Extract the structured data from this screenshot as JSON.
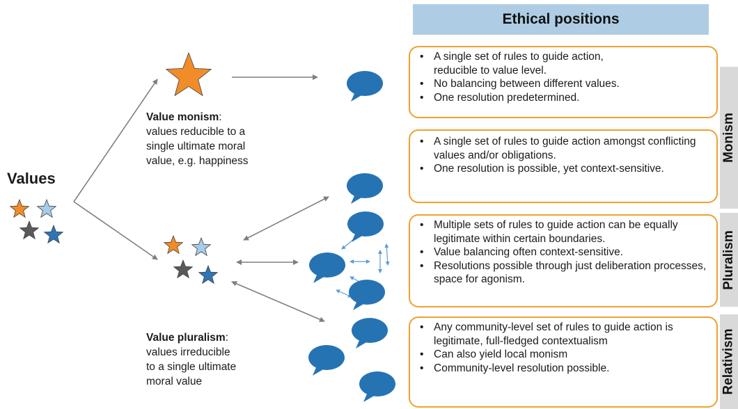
{
  "header": {
    "title": "Ethical positions"
  },
  "values_label": "Values",
  "monism_desc": {
    "term": "Value monism",
    "colon": ":",
    "lines": [
      "values reducible to a",
      "single ultimate moral",
      "value, e.g. happiness"
    ]
  },
  "pluralism_desc": {
    "term": "Value pluralism",
    "colon": ":",
    "lines": [
      "values irreducible",
      "to a single ultimate",
      "moral value"
    ]
  },
  "positions": [
    {
      "bullets": [
        "A single set of rules to guide action,",
        "reducible to value level.",
        "No balancing between different values.",
        "One resolution predetermined."
      ],
      "wrap": [
        [
          0,
          1
        ],
        [
          2
        ],
        [
          3
        ]
      ]
    },
    {
      "bullets": [
        "A single set of rules to guide action amongst conflicting values and/or obligations.",
        "One resolution is possible, yet context-sensitive."
      ]
    },
    {
      "bullets": [
        "Multiple sets of rules to guide action can be equally legitimate within certain boundaries.",
        "Value balancing often context-sensitive.",
        "Resolutions possible through just deliberation processes, space for agonism."
      ]
    },
    {
      "bullets": [
        "Any community-level set of rules to guide action is legitimate, full-fledged contextualism",
        "Can also yield local monism",
        "Community-level resolution possible."
      ]
    }
  ],
  "side_labels": {
    "monism": "Monism",
    "pluralism": "Pluralism",
    "relativism": "Relativism"
  },
  "colors": {
    "orange": "#f28c28",
    "light_blue": "#a8cbe6",
    "gray": "#5a5a5a",
    "blue": "#2e75b6",
    "bubble": "#2673b4",
    "box_border": "#f0a030",
    "header_bg": "#aecde4"
  }
}
